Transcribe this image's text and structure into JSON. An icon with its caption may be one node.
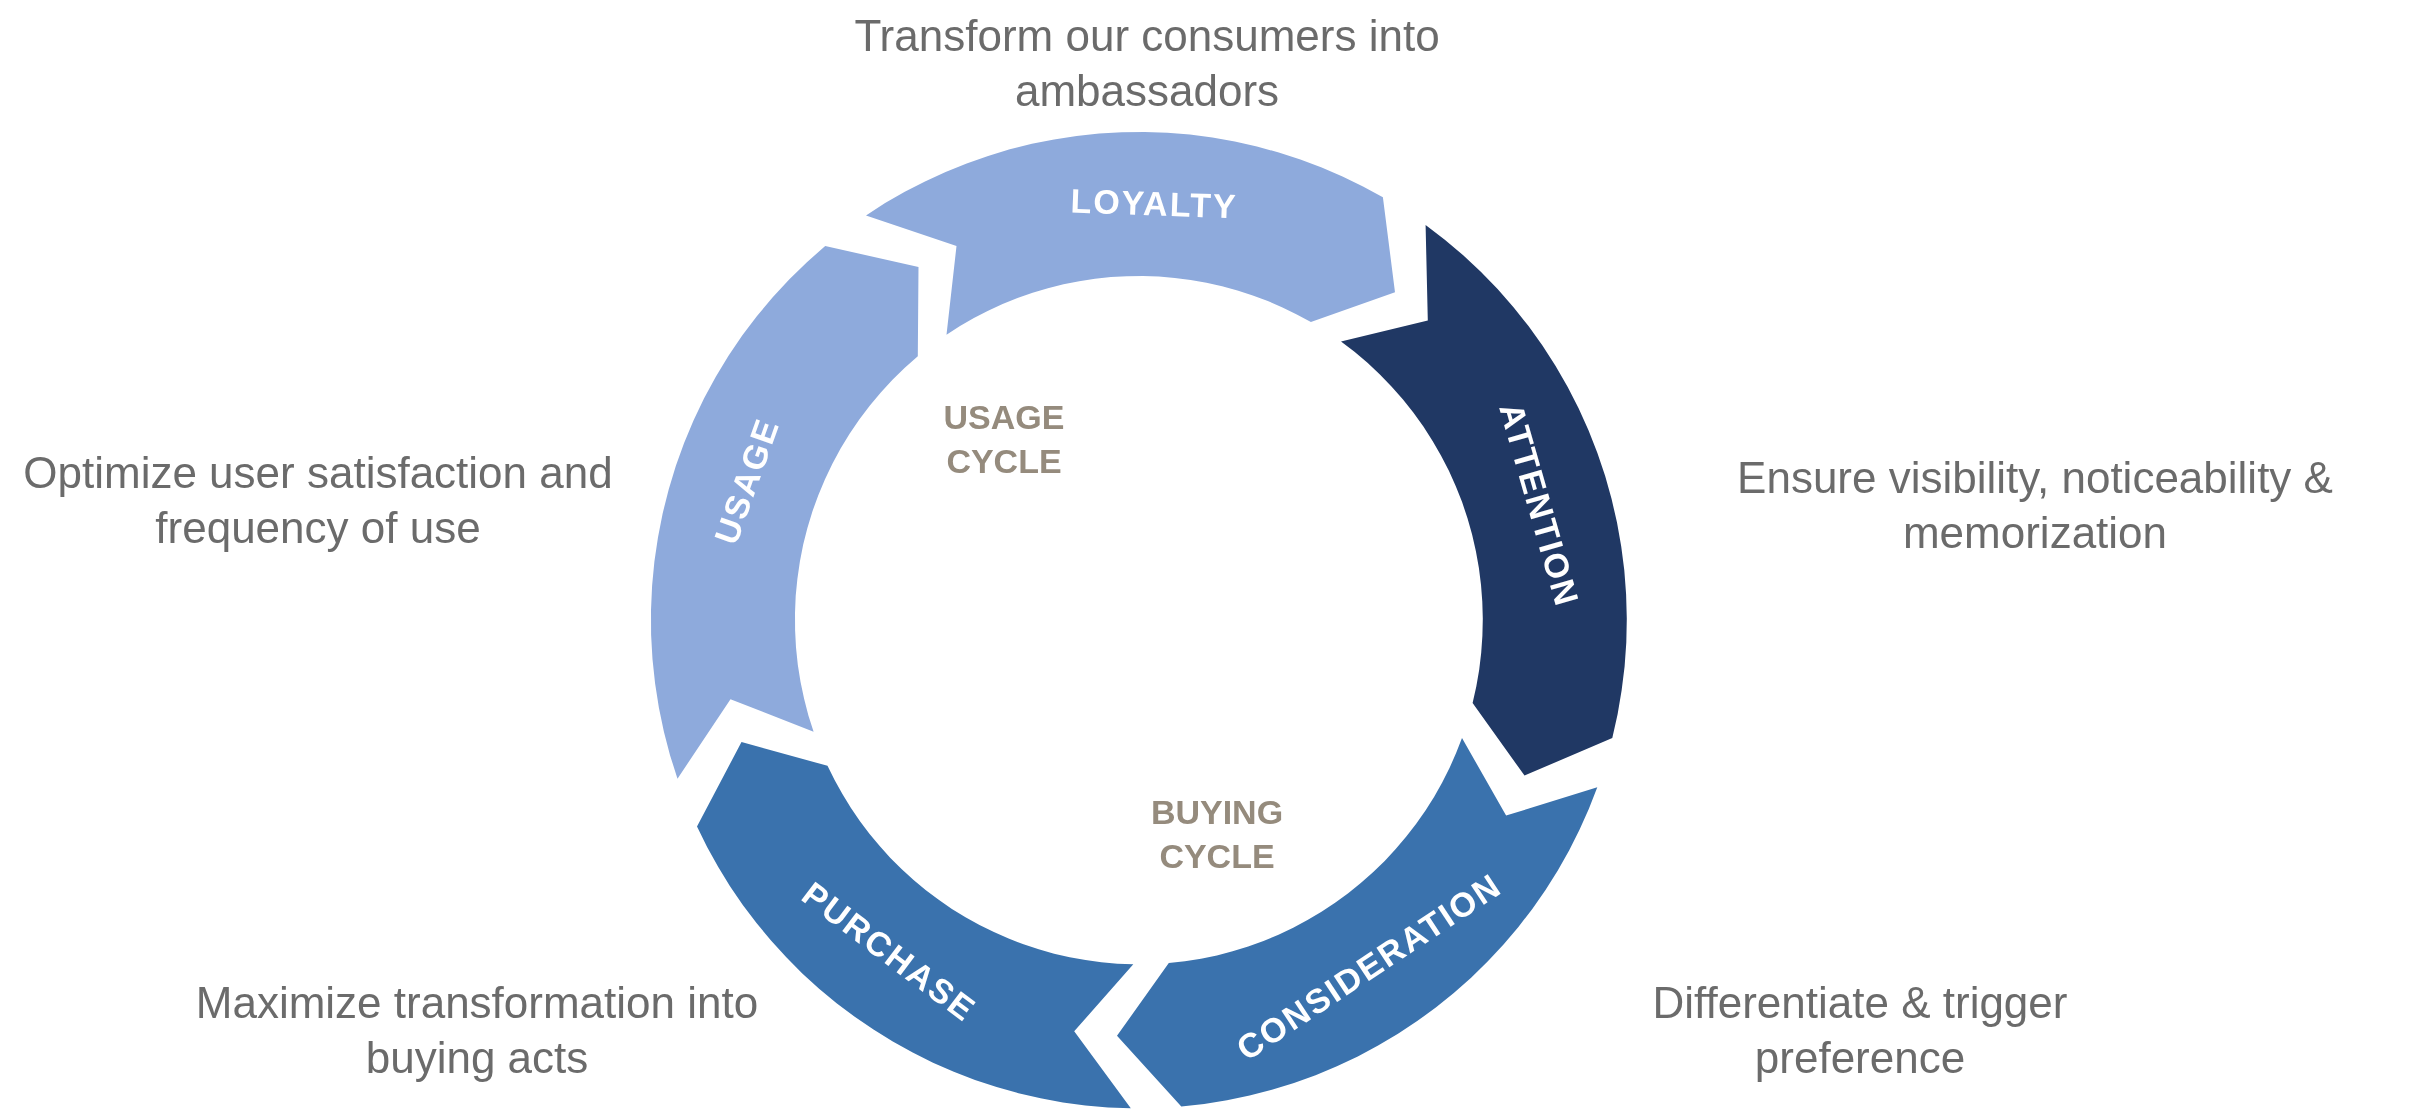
{
  "diagram": {
    "nodes": [
      {
        "text": [
          "LOYALTY"
        ],
        "beside": [
          "Transform our consumers into ambassadors"
        ]
      },
      {
        "text": [
          "ATTENTION"
        ],
        "beside": [
          "Ensure visibility, noticeability & memorization"
        ]
      },
      {
        "text": [
          "CONSIDERATION"
        ],
        "beside": [
          "Differentiate & trigger preference"
        ]
      },
      {
        "text": [
          "PURCHASE"
        ],
        "beside": [
          "Maximize transformation into buying acts"
        ]
      },
      {
        "text": [
          "USAGE"
        ],
        "beside": [
          "Optimize user satisfaction and frequency of use"
        ]
      }
    ],
    "labels": [
      "USAGE CYCLE",
      "BUYING CYCLE"
    ]
  }
}
